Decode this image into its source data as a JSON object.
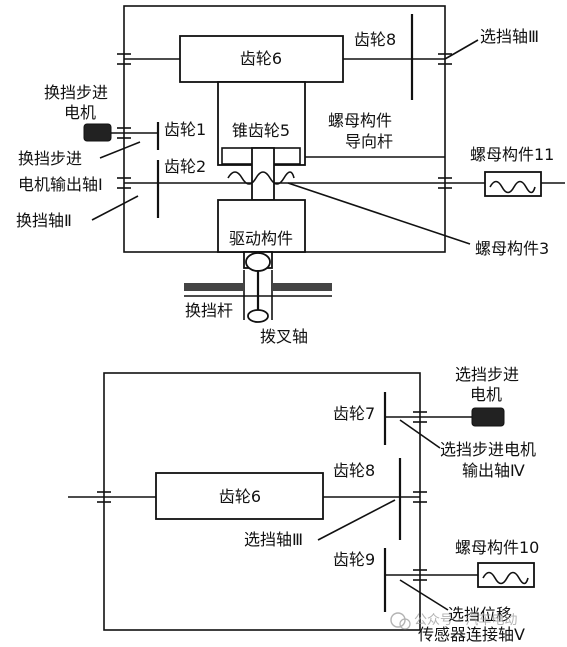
{
  "top_diagram": {
    "gear6": "齿轮6",
    "gear8": "齿轮8",
    "shaft3": "选挡轴Ⅲ",
    "motor_line1": "换挡步进",
    "motor_line2": "电机",
    "gear1": "齿轮1",
    "bevel_gear5": "锥齿轮5",
    "guide_line1": "螺母构件",
    "guide_line2": "导向杆",
    "gear2": "齿轮2",
    "output_line1": "换挡步进",
    "output_line2": "电机输出轴Ⅰ",
    "nut11": "螺母构件11",
    "shaft2": "换挡轴Ⅱ",
    "drive": "驱动构件",
    "nut3": "螺母构件3",
    "lever": "换挡杆",
    "fork_shaft": "拨叉轴"
  },
  "bottom_diagram": {
    "motor_line1": "选挡步进",
    "motor_line2": "电机",
    "gear7": "齿轮7",
    "output_line1": "选挡步进电机",
    "output_line2": "输出轴Ⅳ",
    "gear8": "齿轮8",
    "gear6": "齿轮6",
    "shaft3": "选挡轴Ⅲ",
    "gear9": "齿轮9",
    "nut10": "螺母构件10",
    "sensor_line1": "选挡位移",
    "sensor_line2": "传感器连接轴Ⅴ"
  },
  "watermark": "公众号 · 汽车电动",
  "icons": {
    "watermark_logo": "wechat-logo-icon"
  }
}
